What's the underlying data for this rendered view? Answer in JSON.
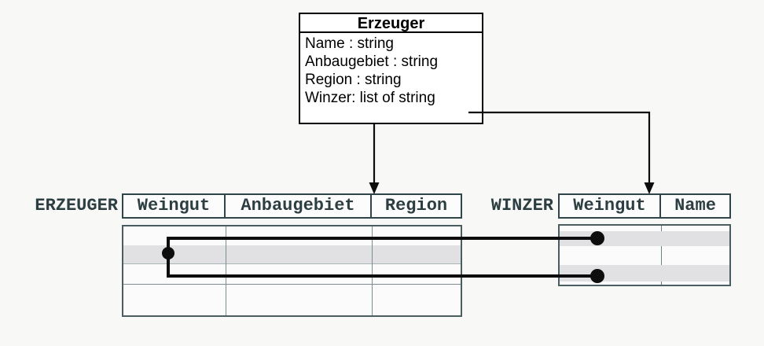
{
  "diagram": {
    "class_box": {
      "title": "Erzeuger",
      "attributes": [
        "Name : string",
        "Anbaugebiet : string",
        "Region : string",
        "Winzer: list of string"
      ]
    },
    "erzeuger_table": {
      "label": "ERZEUGER",
      "columns": [
        "Weingut",
        "Anbaugebiet",
        "Region"
      ],
      "body_row_count": 4,
      "shaded_row_index": 1
    },
    "winzer_table": {
      "label": "WINZER",
      "columns": [
        "Weingut",
        "Name"
      ],
      "shaded_row_indexes": [
        1,
        3
      ]
    },
    "relations": [
      "erzeuger-shaded-row to winzer-row-2",
      "erzeuger-shaded-row to winzer-row-4"
    ],
    "colors": {
      "background": "#f8f8f7",
      "header_text": "#2d3e42",
      "table_border": "#4a5d61",
      "header_border": "#30454a",
      "shaded_row": "#e1e1e4",
      "connector": "#0d0d0d",
      "class_box_border": "#000000"
    }
  }
}
